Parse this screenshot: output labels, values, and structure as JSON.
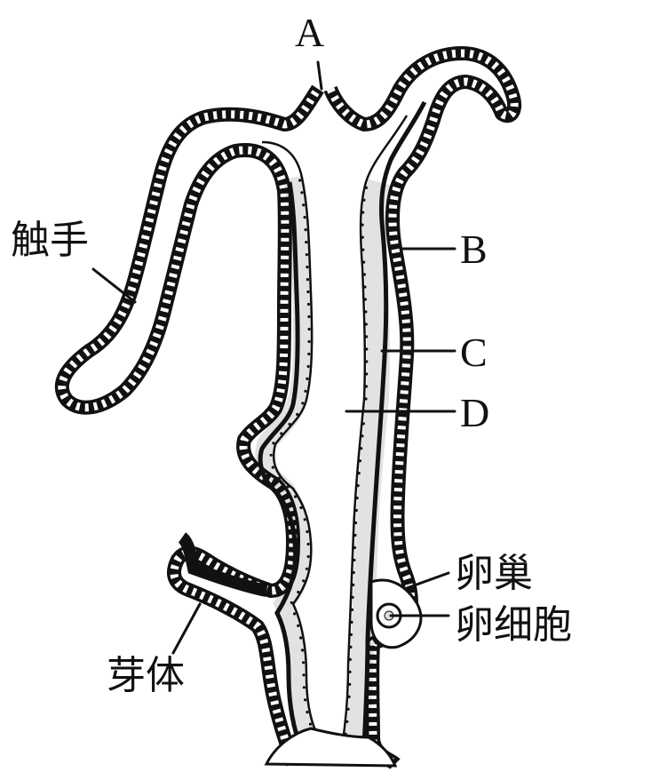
{
  "figure": {
    "labels": {
      "a": "A",
      "b": "B",
      "c": "C",
      "d": "D",
      "tentacle": "触手",
      "ovary": "卵巢",
      "egg_cell": "卵细胞",
      "bud": "芽体"
    },
    "colors": {
      "line": "#111111",
      "cell_fill": "#ffffff",
      "background": "#ffffff"
    }
  }
}
